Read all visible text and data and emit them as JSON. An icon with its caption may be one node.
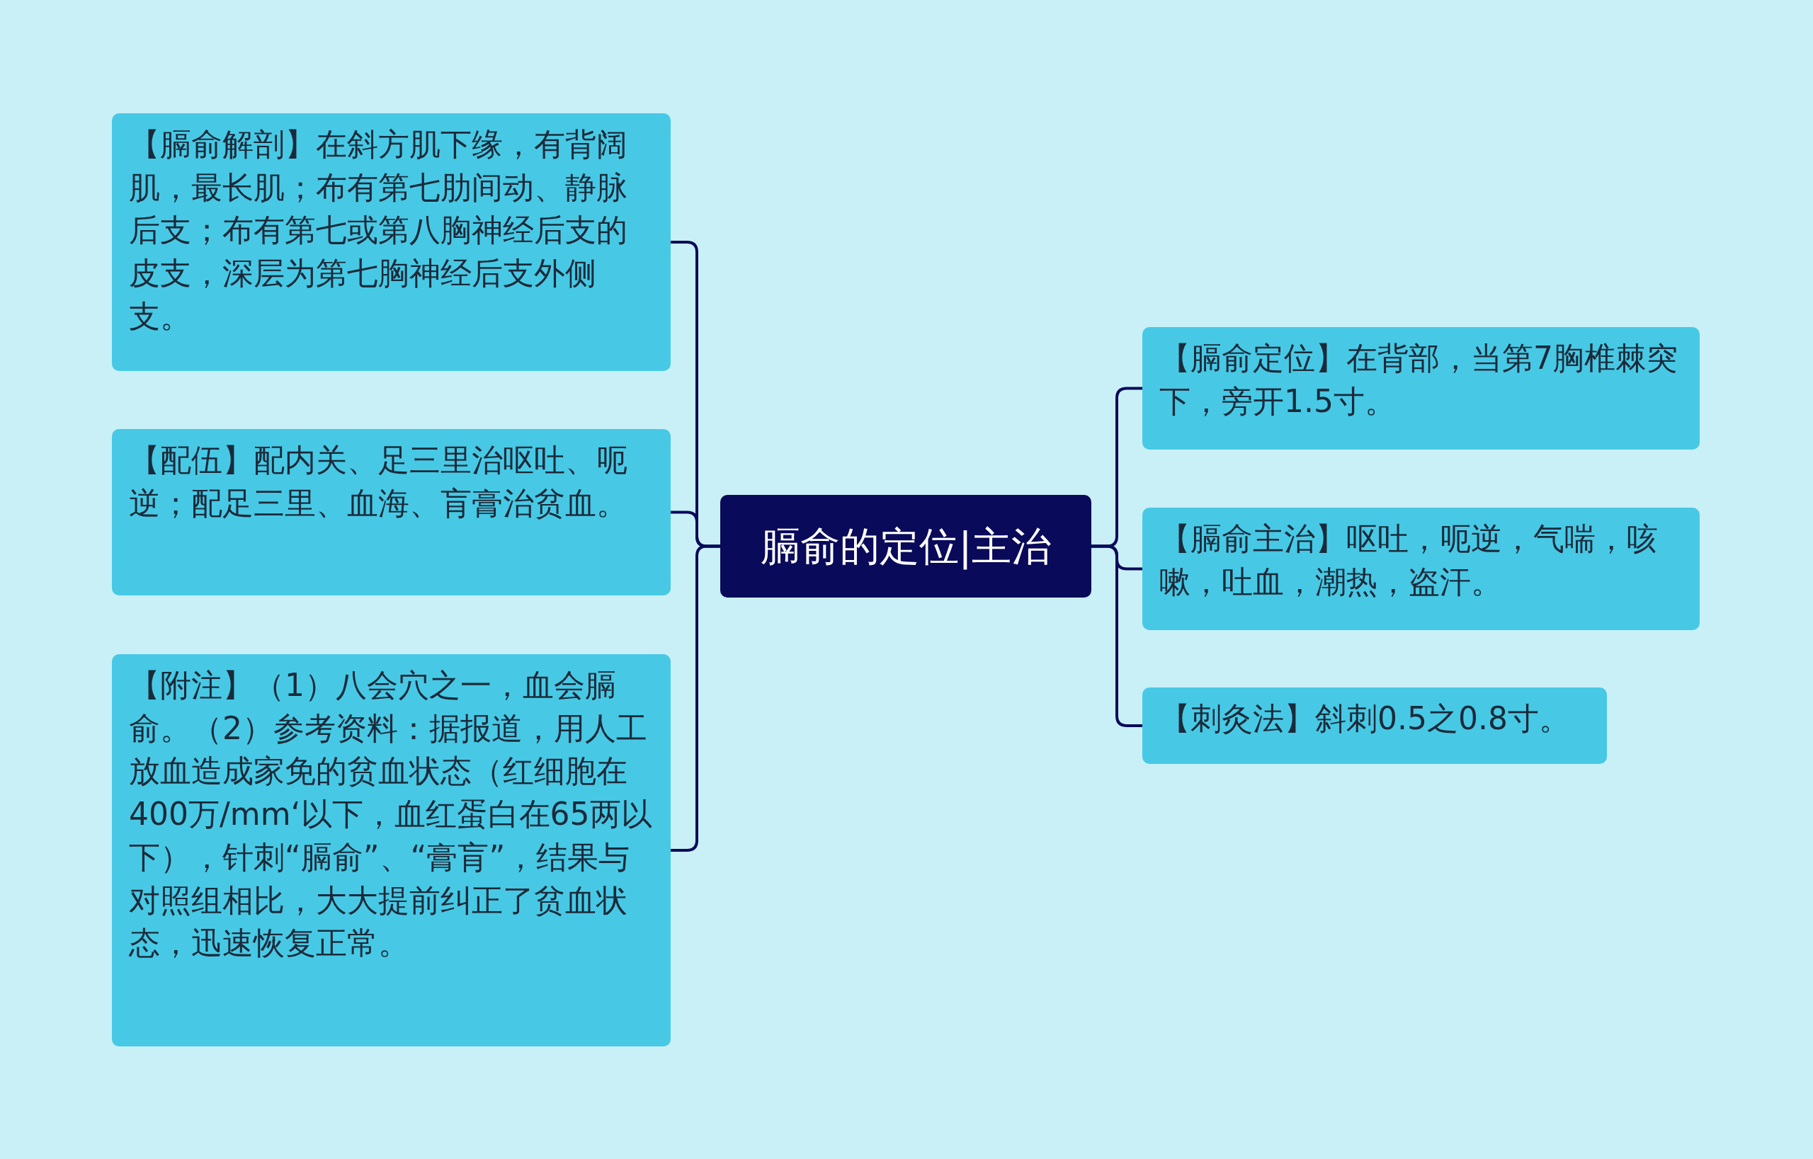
{
  "diagram": {
    "nodes": [
      {
        "text": [
          "膈俞的定位|主治"
        ]
      },
      {
        "text": [
          "【膈俞解剖】在斜方肌下缘，有背阔肌，最长肌；布有第七肋间动、静脉后支；布有第七或第八胸神经后支的皮支，深层为第七胸神经后支外侧支。"
        ]
      },
      {
        "text": [
          "【配伍】配内关、足三里治呕吐、呃逆；配足三里、血海、肓膏治贫血。"
        ]
      },
      {
        "text": [
          "【附注】（1）八会穴之一，血会膈俞。（2）参考资料：据报道，用人工放血造成家免的贫血状态（红细胞在400万/mm‘以下，血红蛋白在65两以下），针刺“膈俞”、“膏肓”，结果与对照组相比，大大提前纠正了贫血状态，迅速恢复正常。"
        ]
      },
      {
        "text": [
          "【膈俞定位】在背部，当第7胸椎棘突下，旁开1.5寸。"
        ]
      },
      {
        "text": [
          "【膈俞主治】呕吐，呃逆，气喘，咳嗽，吐血，潮热，盗汗。"
        ]
      },
      {
        "text": [
          "【刺灸法】斜刺0.5之0.8寸。"
        ]
      }
    ],
    "edges": [
      {
        "from": 0,
        "to": 1,
        "arrow": "none"
      },
      {
        "from": 0,
        "to": 2,
        "arrow": "none"
      },
      {
        "from": 0,
        "to": 3,
        "arrow": "none"
      },
      {
        "from": 0,
        "to": 4,
        "arrow": "none"
      },
      {
        "from": 0,
        "to": 5,
        "arrow": "none"
      },
      {
        "from": 0,
        "to": 6,
        "arrow": "none"
      }
    ]
  }
}
